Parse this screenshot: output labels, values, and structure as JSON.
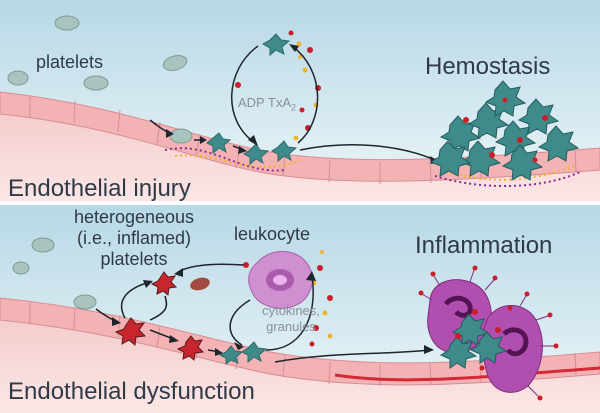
{
  "panels": {
    "top": {
      "platelets_label": "platelets",
      "cycle_label": "ADP TxA",
      "cycle_subscript": "2",
      "title": "Hemostasis",
      "bottom_label": "Endothelial injury"
    },
    "bottom": {
      "heterogeneous_line1": "heterogeneous",
      "heterogeneous_line2": "(i.e., inflamed)",
      "heterogeneous_line3": "platelets",
      "leukocyte_label": "leukocyte",
      "cytokines_line1": "cytokines,",
      "cytokines_line2": "granules",
      "title": "Inflammation",
      "bottom_label": "Endothelial dysfunction"
    }
  },
  "colors": {
    "sky_top": "#cfe6ef",
    "sky_bottom": "#eef6f8",
    "vessel": "#f6d3d3",
    "endothelium": "#f3b7b8",
    "platelet_rest": "#a9c3be",
    "platelet_active": "#3f8a8a",
    "inflamed_platelet": "#c8262e",
    "leukocyte": "#c77fc9",
    "granule_red": "#c81f2a",
    "granule_yellow": "#f0b431"
  }
}
